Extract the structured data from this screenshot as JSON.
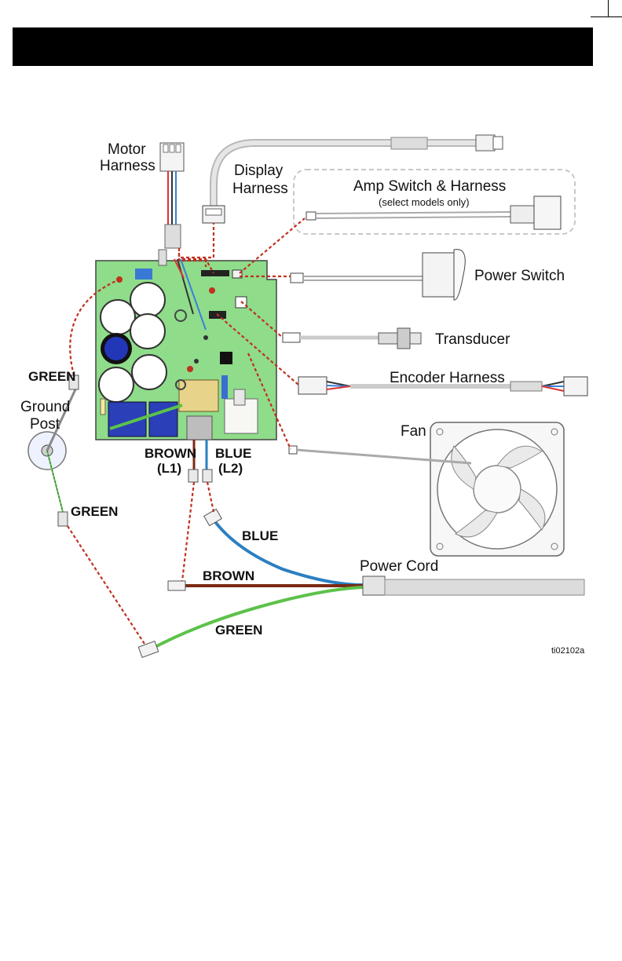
{
  "page": {
    "header_text": ""
  },
  "labels": {
    "motor_harness": [
      "Motor",
      "Harness"
    ],
    "display_harness": [
      "Display",
      "Harness"
    ],
    "amp_switch": "Amp Switch & Harness",
    "amp_switch_note": "(select models only)",
    "power_switch": "Power Switch",
    "transducer": "Transducer",
    "encoder_harness": "Encoder Harness",
    "fan": "Fan",
    "green_top": "GREEN",
    "ground_post": [
      "Ground",
      "Post"
    ],
    "brown_l1": [
      "BROWN",
      "(L1)"
    ],
    "blue_l2": [
      "BLUE",
      "(L2)"
    ],
    "green_mid": "GREEN",
    "blue_wire": "BLUE",
    "power_cord": "Power Cord",
    "brown_wire": "BROWN",
    "green_wire": "GREEN",
    "figure_id": "ti02102a"
  },
  "colors": {
    "board": "#8fdc8a",
    "leader": "#c0311f",
    "blue_wire": "#2a7fc1",
    "brown_wire": "#7a2a14",
    "green_wire": "#5cc24a",
    "capacitor_blue": "#2236b8"
  }
}
